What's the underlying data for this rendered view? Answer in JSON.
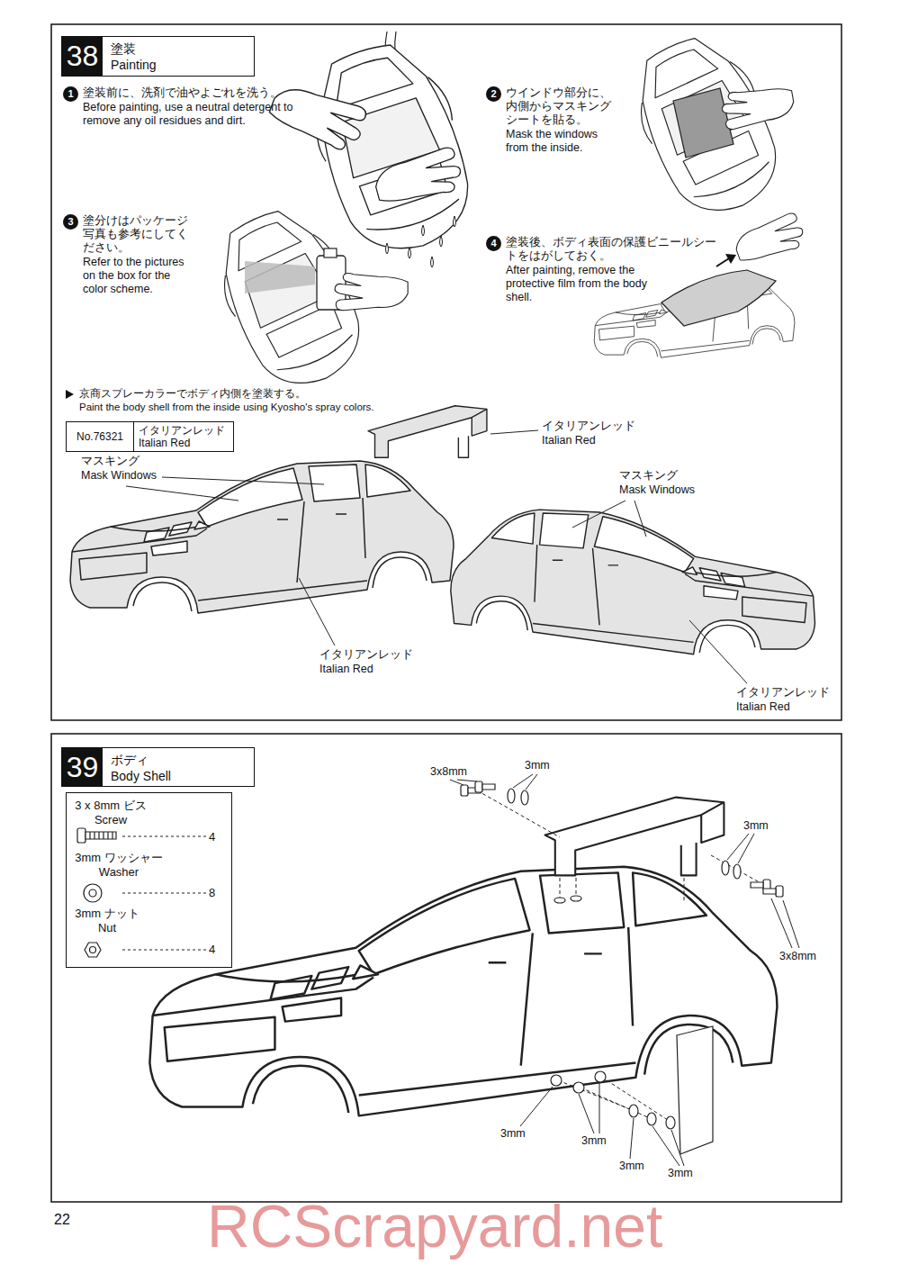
{
  "diagram": {
    "nodes": [
      {
        "text": [
          "38",
          "塗装 Painting"
        ]
      },
      {
        "text": [
          "No.76321",
          "イタリアンレッド Italian Red"
        ]
      },
      {
        "text": [
          "39",
          "ボディ Body Shell"
        ]
      },
      {
        "text": [
          "3 x 8mm ビス Screw",
          "4",
          "3mm ワッシャー Washer",
          "8",
          "3mm ナット Nut",
          "4"
        ]
      }
    ],
    "labels": [
      "1",
      "塗装前に、洗剤で油やよごれを洗う。",
      "Before painting, use a neutral detergent to remove any oil residues and dirt.",
      "2",
      "ウインドウ部分に、内側からマスキングシートを貼る。",
      "Mask the windows from the inside.",
      "3",
      "塗分けはパッケージ写真も参考にしてください。",
      "Refer to the pictures on the box for the color scheme.",
      "4",
      "塗装後、ボディ表面の保護ビニールシートをはがしておく。",
      "After painting, remove the protective film from the body shell.",
      "京商スプレーカラーでボディ内側を塗装する。",
      "Paint the body shell from the inside using Kyosho's spray colors.",
      "イタリアンレッド",
      "Italian Red",
      "マスキング",
      "Mask Windows",
      "マスキング",
      "Mask Windows",
      "イタリアンレッド",
      "Italian Red",
      "イタリアンレッド",
      "Italian Red",
      "3x8mm",
      "3mm",
      "3mm",
      "3x8mm",
      "3mm",
      "3mm",
      "3mm",
      "3mm",
      "22",
      "RCScrapyard.net"
    ]
  }
}
